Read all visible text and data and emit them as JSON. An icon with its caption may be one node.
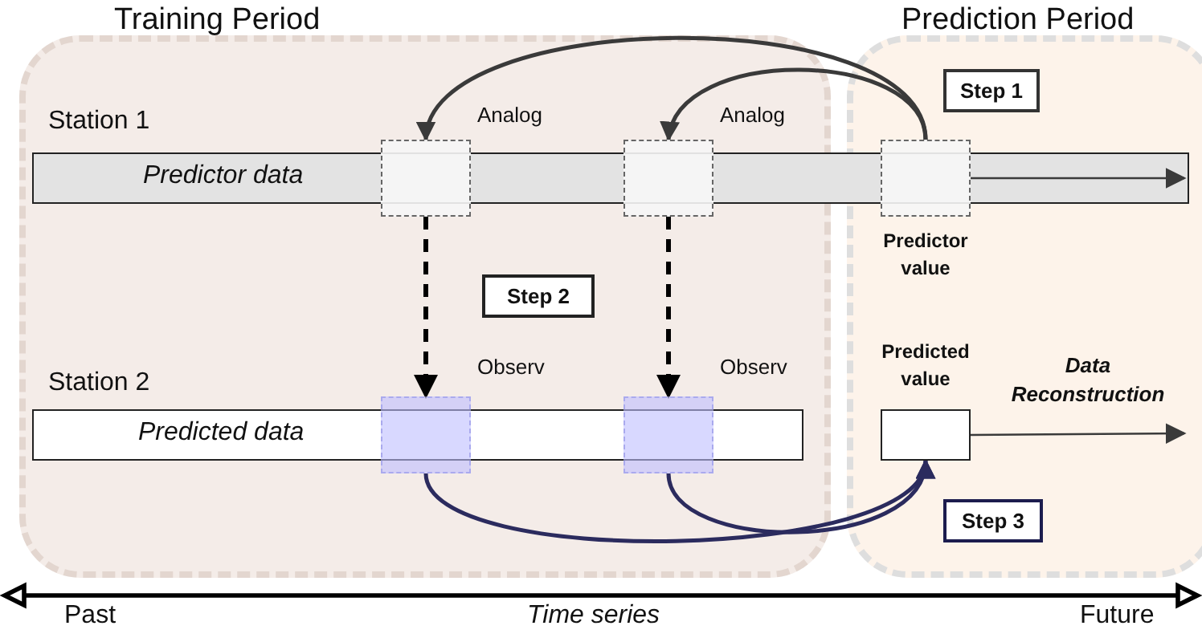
{
  "diagram": {
    "nodes": [
      {
        "text": [
          "Training Period"
        ]
      },
      {
        "text": [
          "Prediction Period"
        ]
      },
      {
        "text": [
          "Predictor data"
        ],
        "beside": [
          "Station 1"
        ]
      },
      {
        "text": [],
        "shape": "box",
        "beside": [
          "Analog"
        ],
        "in": 0
      },
      {
        "text": [],
        "shape": "box",
        "beside": [
          "Analog"
        ],
        "in": 0
      },
      {
        "text": [],
        "shape": "box",
        "beside": [
          "Predictor value"
        ],
        "in": 1
      },
      {
        "text": [
          "Predicted data"
        ],
        "beside": [
          "Station 2"
        ],
        "in": 0
      },
      {
        "text": [],
        "shape": "box",
        "beside": [
          "Observ"
        ],
        "in": 0
      },
      {
        "text": [],
        "shape": "box",
        "beside": [
          "Observ"
        ],
        "in": 0
      },
      {
        "text": [],
        "shape": "box",
        "beside": [
          "Predicted value"
        ],
        "in": 1
      },
      {
        "text": [
          "Step 1"
        ],
        "in": 1
      },
      {
        "text": [
          "Step 2"
        ],
        "in": 0
      },
      {
        "text": [
          "Step 3"
        ],
        "in": 1
      }
    ],
    "edges": [
      {
        "from": 5,
        "to": 3,
        "arrow": "to"
      },
      {
        "from": 5,
        "to": 4,
        "arrow": "to"
      },
      {
        "from": 3,
        "to": 7,
        "arrow": "to",
        "style": "dashed",
        "color": "#000000"
      },
      {
        "from": 4,
        "to": 8,
        "arrow": "to",
        "style": "dashed",
        "color": "#000000"
      },
      {
        "from": 7,
        "to": 9,
        "arrow": "to",
        "color": "#2b2b5e"
      },
      {
        "from": 8,
        "to": 9,
        "arrow": "to",
        "color": "#2b2b5e"
      },
      {
        "from": 5,
        "to": 2,
        "arrow": "to"
      },
      {
        "from": 9,
        "to": null,
        "arrow": "to",
        "label": "Data Reconstruction"
      }
    ],
    "labels": [
      "Past",
      "Time series",
      "Future"
    ]
  }
}
